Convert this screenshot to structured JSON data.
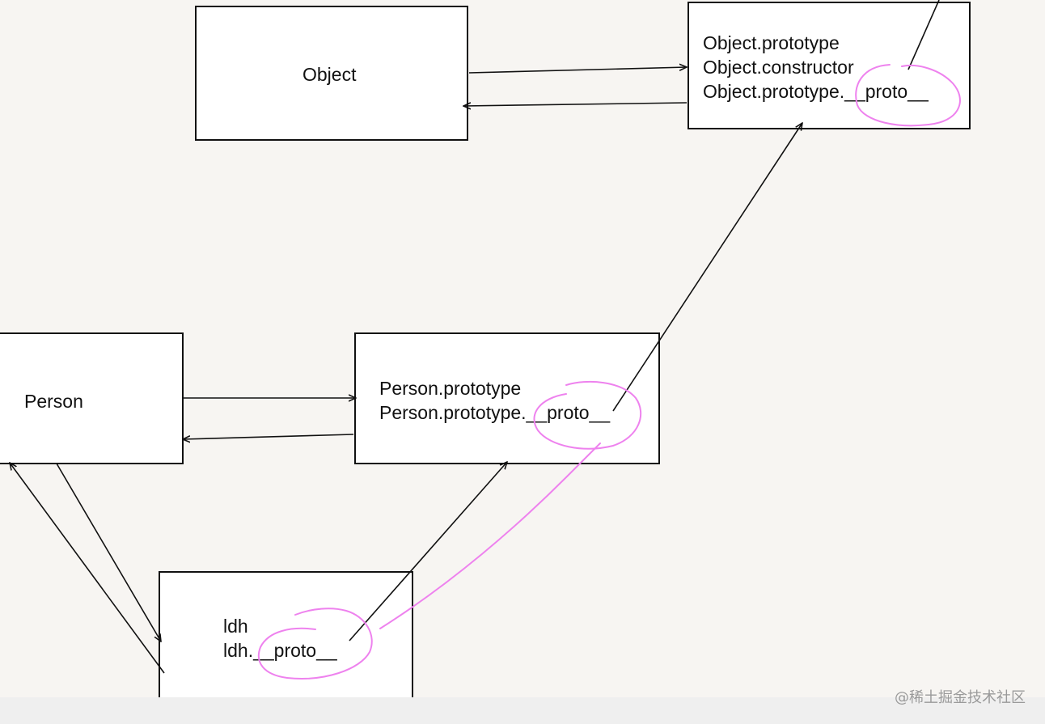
{
  "boxes": {
    "object": {
      "lines": [
        "Object"
      ]
    },
    "object_prototype": {
      "lines": [
        "Object.prototype",
        "Object.constructor",
        "Object.prototype.__proto__"
      ]
    },
    "person": {
      "lines": [
        "Person"
      ]
    },
    "person_prototype": {
      "lines": [
        "Person.prototype",
        "Person.prototype.__proto__"
      ]
    },
    "ldh": {
      "lines": [
        "ldh",
        "ldh.__proto__"
      ]
    }
  },
  "watermark": "@稀土掘金技术社区",
  "colors": {
    "line": "#111111",
    "annotation": "#ee82ee",
    "box_fill": "#ffffff",
    "background": "#f7f5f2"
  }
}
